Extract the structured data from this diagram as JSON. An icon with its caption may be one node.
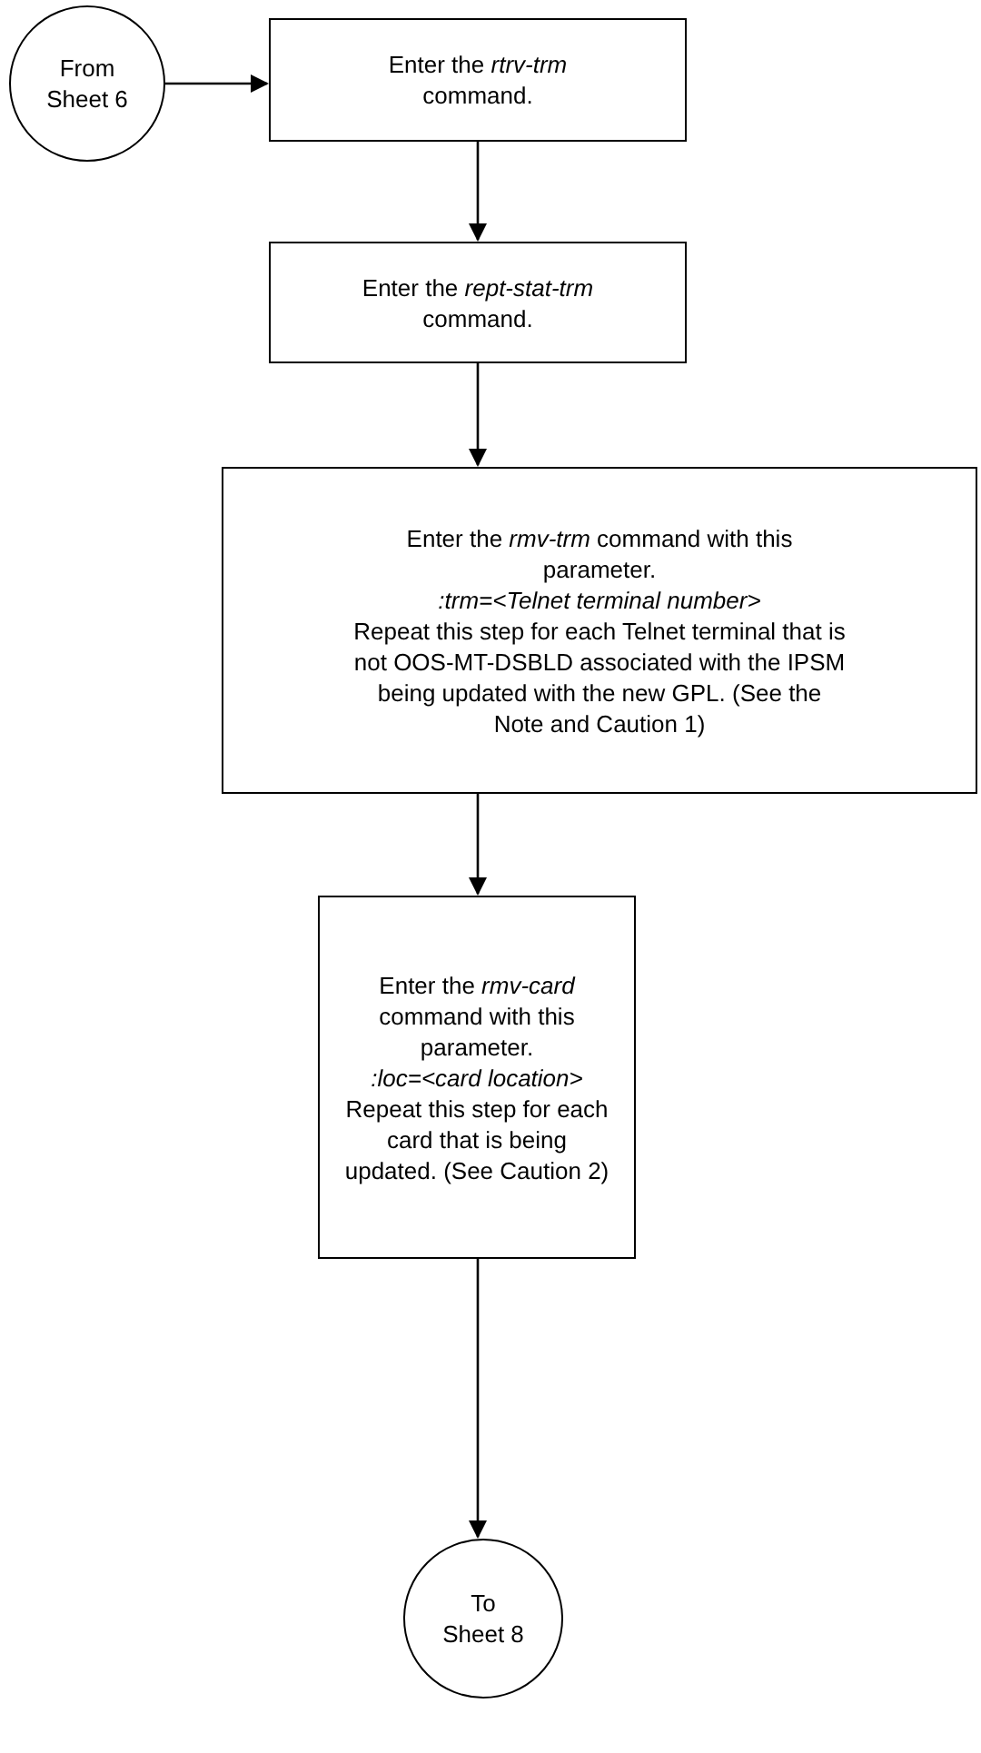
{
  "diagram": {
    "nodes": [
      {
        "text": [
          "From Sheet 6"
        ]
      },
      {
        "text": [
          "Enter the *rtrv-trm* command."
        ]
      },
      {
        "text": [
          "Enter the *rept-stat-trm* command."
        ]
      },
      {
        "text": [
          "Enter the *rmv-trm* command with this parameter.",
          "*:trm=<Telnet terminal number>*",
          "Repeat this step for each Telnet terminal that is not OOS-MT-DSBLD associated with the IPSM being updated with the new GPL. (See the Note and Caution 1)"
        ]
      },
      {
        "text": [
          "Enter the *rmv-card* command with this parameter.",
          "*:loc=<card location>*",
          "Repeat this step for each card that is being updated. (See Caution 2)"
        ]
      },
      {
        "text": [
          "To Sheet 8"
        ]
      }
    ],
    "edges": [
      {
        "from": 0,
        "to": 1,
        "arrow": "to"
      },
      {
        "from": 1,
        "to": 2,
        "arrow": "to"
      },
      {
        "from": 2,
        "to": 3,
        "arrow": "to"
      },
      {
        "from": 3,
        "to": 4,
        "arrow": "to"
      },
      {
        "from": 4,
        "to": 5,
        "arrow": "to"
      }
    ]
  }
}
